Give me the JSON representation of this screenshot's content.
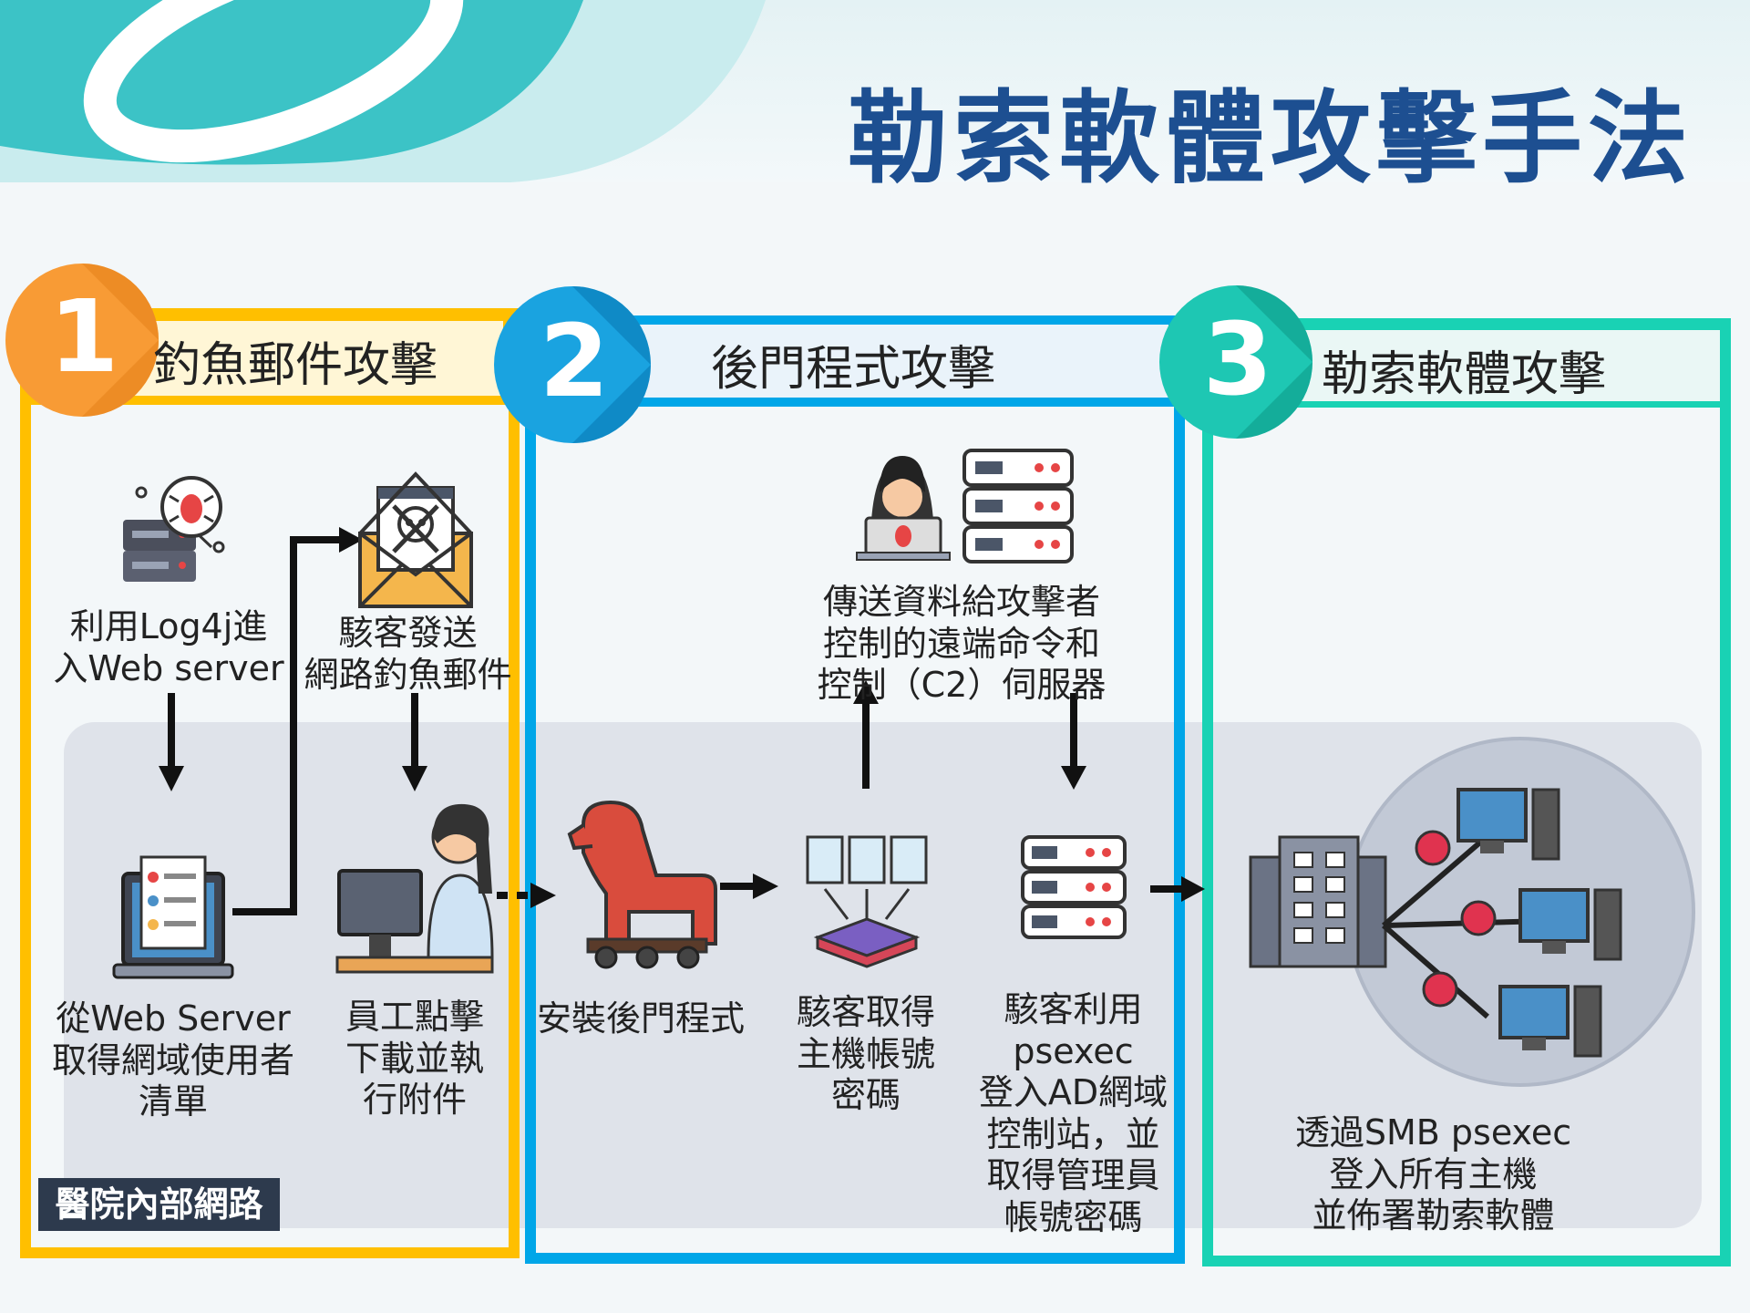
{
  "title": "勒索軟體攻擊手法",
  "network_label": "醫院內部網路",
  "colors": {
    "section1": "#ffbf00",
    "section2": "#00a6e8",
    "section3": "#19d2b4",
    "title": "#1d4f91",
    "network_bg": "#dfe3ea"
  },
  "sections": [
    {
      "number": "1",
      "title": "釣魚郵件攻擊",
      "steps": [
        {
          "lines": [
            "利用Log4j進",
            "入Web server"
          ],
          "icon": "server-bug-icon"
        },
        {
          "lines": [
            "駭客發送",
            "網路釣魚郵件"
          ],
          "icon": "skull-email-icon"
        },
        {
          "lines": [
            "從Web Server",
            "取得網域使用者",
            "清單"
          ],
          "icon": "laptop-checklist-icon"
        },
        {
          "lines": [
            "員工點擊",
            "下載並執",
            "行附件"
          ],
          "icon": "employee-computer-icon"
        }
      ]
    },
    {
      "number": "2",
      "title": "後門程式攻擊",
      "steps": [
        {
          "lines": [
            "傳送資料給攻擊者",
            "控制的遠端命令和",
            "控制（C2）伺服器"
          ],
          "icon": "hacker-server-icon"
        },
        {
          "lines": [
            "安裝後門程式"
          ],
          "icon": "trojan-horse-icon"
        },
        {
          "lines": [
            "駭客取得",
            "主機帳號",
            "密碼"
          ],
          "icon": "files-collect-icon"
        },
        {
          "lines": [
            "駭客利用",
            "psexec",
            "登入AD網域",
            "控制站，並",
            "取得管理員",
            "帳號密碼"
          ],
          "icon": "server-rack-icon"
        }
      ]
    },
    {
      "number": "3",
      "title": "勒索軟體攻擊",
      "steps": [
        {
          "lines": [
            "透過SMB psexec",
            "登入所有主機",
            "並佈署勒索軟體"
          ],
          "icon": "infected-network-icon"
        }
      ]
    }
  ]
}
